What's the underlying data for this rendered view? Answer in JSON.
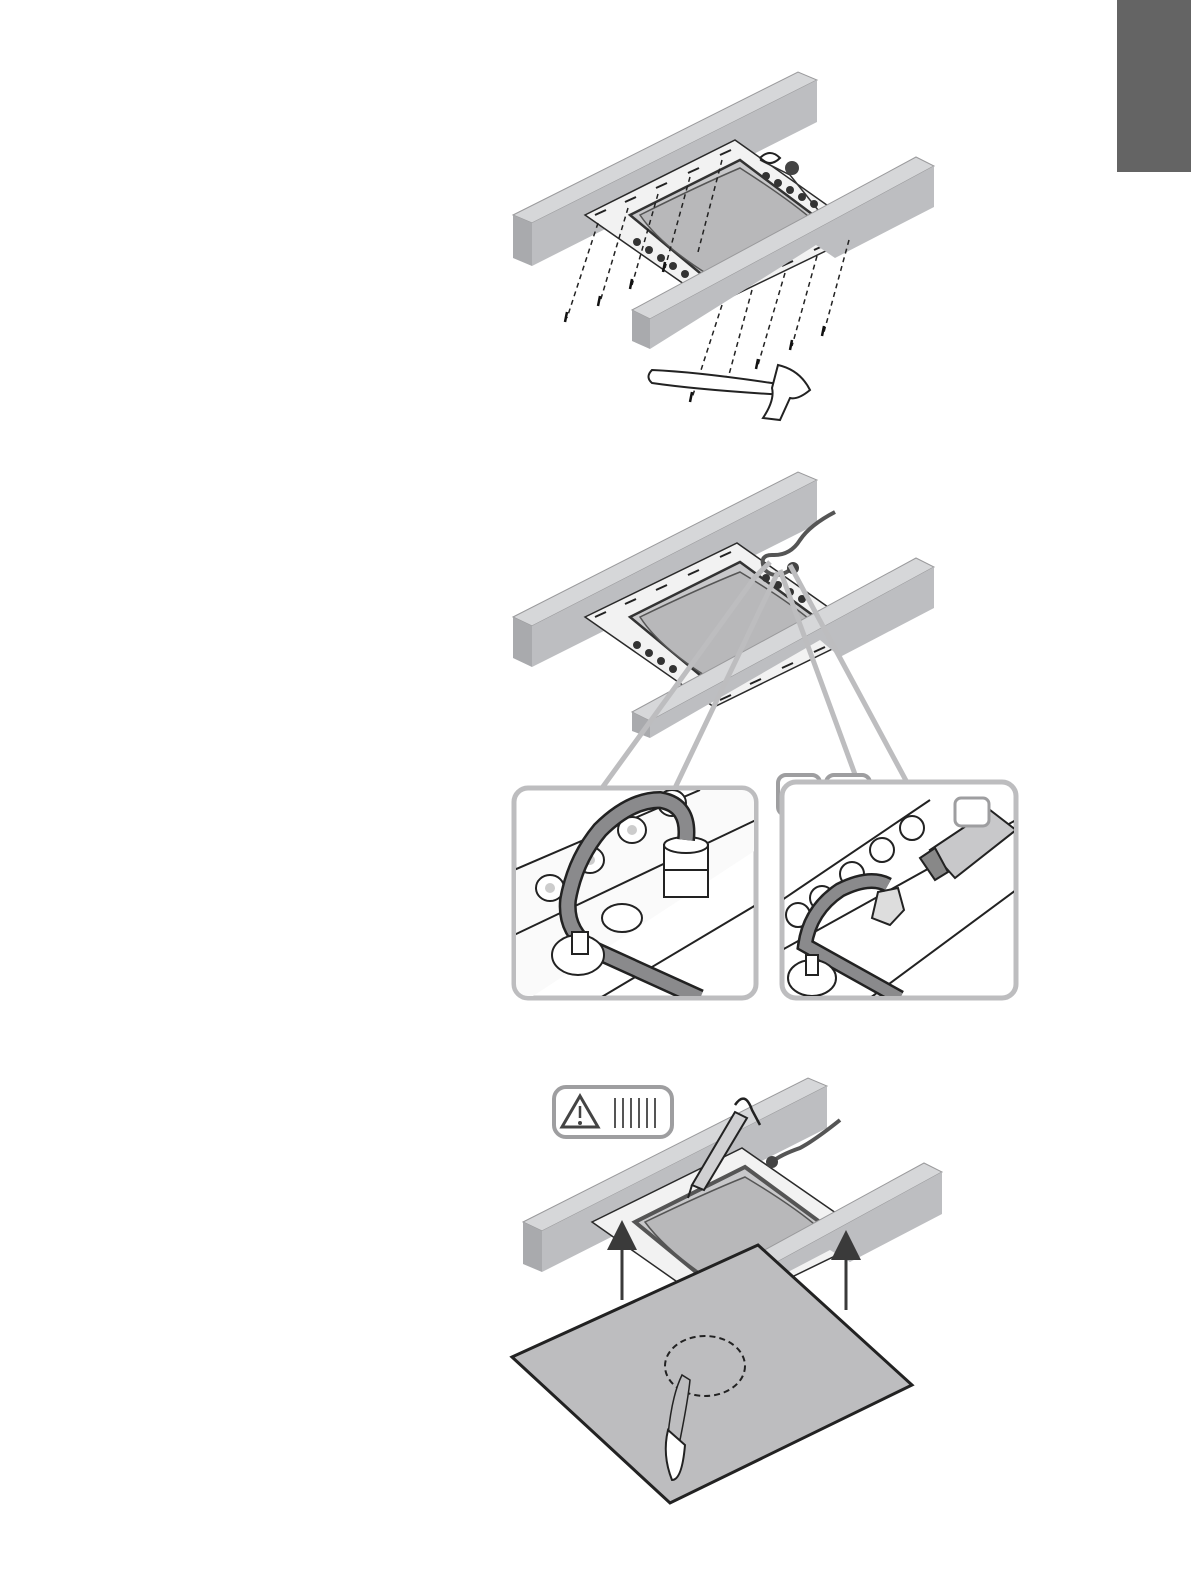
{
  "page": {
    "tab_color": "#646464",
    "panel_color": "#dcdcdd",
    "beam_color": "#b9babd",
    "frame_color": "#bdbdbf",
    "cable_color": "#6e6e70",
    "text_content": []
  },
  "steps": [
    {
      "id": "step-1",
      "icons": [
        "joist-icon",
        "mounting-frame-icon",
        "nail-icon",
        "hammer-icon",
        "screw-rotation-icon"
      ]
    },
    {
      "id": "step-2",
      "icons": [
        "cable-icon",
        "cable-gland-icon",
        "cable-tie-icon",
        "warning-triangle-icon",
        "fire-barrier-icon",
        "sealant-icon"
      ]
    },
    {
      "id": "step-3",
      "icons": [
        "warning-triangle-icon",
        "fire-barrier-icon",
        "caulk-gun-icon",
        "ceiling-panel-icon",
        "drywall-saw-icon",
        "lift-arrow-icon"
      ]
    }
  ]
}
